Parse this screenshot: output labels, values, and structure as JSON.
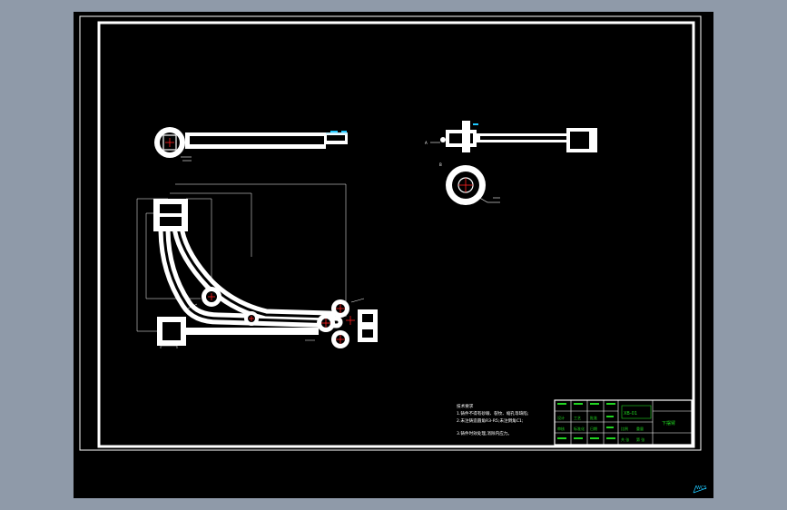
{
  "drawing": {
    "view_labels": {
      "section_a": "A",
      "section_b": "B"
    },
    "notes": {
      "heading": "技术要求",
      "lines": [
        "1.铸件不得有砂眼、裂纹、缩孔等缺陷;",
        "2.未注铸造圆角R3-R5;未注倒角C1;",
        "3.铸件时效处理,消除内应力。"
      ]
    },
    "title_block": {
      "part_name": "下摆臂",
      "drawing_no": "XB-01",
      "cells": [
        "设计",
        "审核",
        "工艺",
        "标准化",
        "批准",
        "日期",
        "比例",
        "重量",
        "共 张",
        "第 张"
      ]
    },
    "ucs_label": "WCS"
  },
  "colors": {
    "background": "#000000",
    "window": "#8f9aa9",
    "lines": "#ffffff",
    "title": "#21d421",
    "center": "#ff2020",
    "dimension": "#1ec8ff"
  }
}
